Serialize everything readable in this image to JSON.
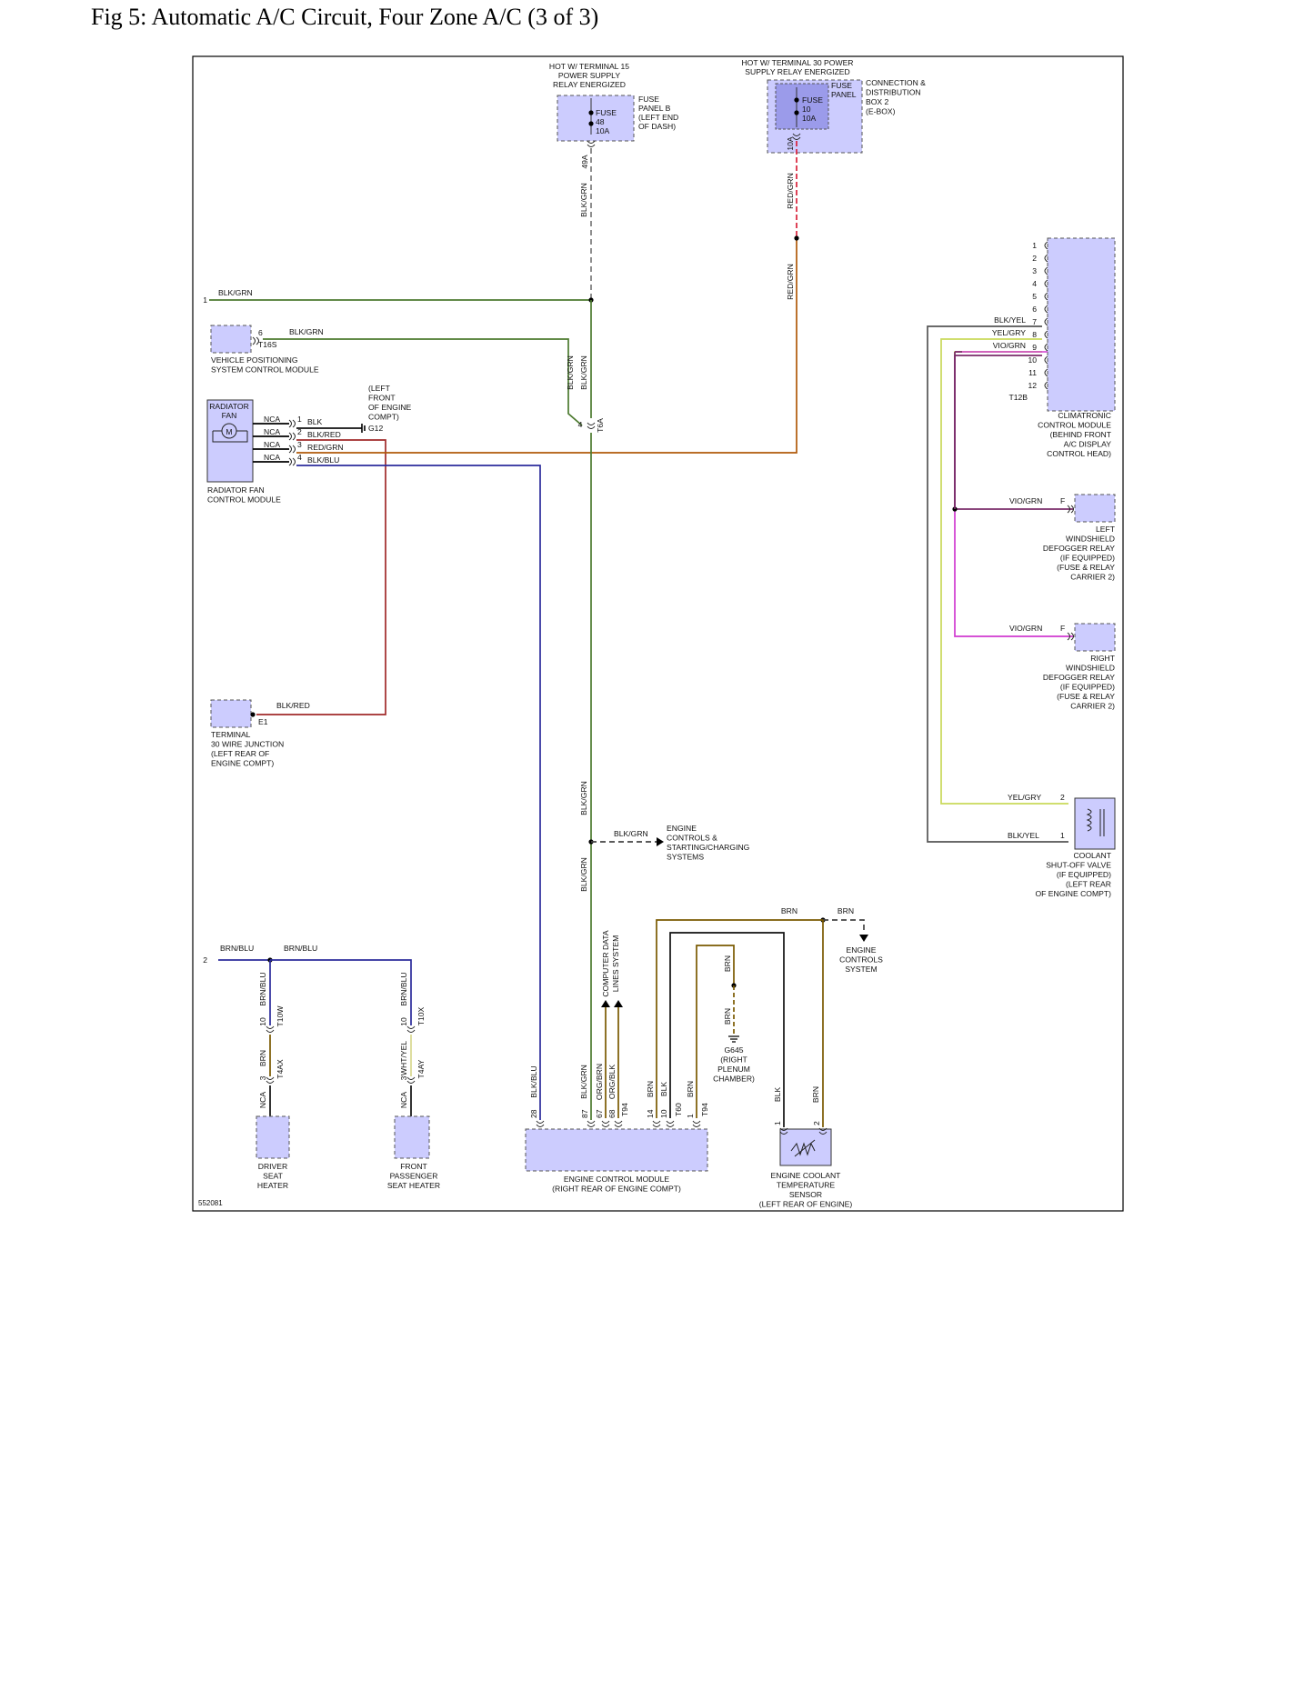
{
  "title": "Fig 5: Automatic A/C Circuit, Four Zone A/C (3 of 3)",
  "diagram_id": "552081",
  "colors": {
    "blk_grn": "#4c7a2f",
    "blk_grn_dash": "#7a7a7a",
    "red_grn": "#b05a0a",
    "red_grn_dash": "#d8213a",
    "blk_red": "#a12a2a",
    "blk_blu": "#2c2c9c",
    "blk_yel": "#555555",
    "yel_gry": "#c9d95a",
    "vio_grn": "#7a2d6a",
    "vio_grn_bright": "#d03ad0",
    "brn": "#7a5a00",
    "brn_blu": "#2c2c9c",
    "wht_yel": "#d8d890",
    "blk": "#111111",
    "component_fill": "#ccccfe",
    "fuse_fill": "#9b9bea"
  },
  "top": {
    "hot_t15": [
      "HOT W/ TERMINAL 15",
      "POWER SUPPLY",
      "RELAY ENERGIZED"
    ],
    "fuse48": [
      "FUSE",
      "48",
      "10A"
    ],
    "fuse_panel_b": [
      "FUSE",
      "PANEL B",
      "(LEFT END",
      "OF DASH)"
    ],
    "pin_49a": "49A",
    "hot_t30": [
      "HOT W/ TERMINAL 30 POWER",
      "SUPPLY RELAY ENERGIZED"
    ],
    "fuse10": [
      "FUSE",
      "10",
      "10A"
    ],
    "fuse_panel": [
      "FUSE",
      "PANEL"
    ],
    "ebox": [
      "CONNECTION &",
      "DISTRIBUTION",
      "BOX 2",
      "(E-BOX)"
    ],
    "pin_10a": "10A"
  },
  "wires": {
    "blk_grn": "BLK/GRN",
    "red_grn": "RED/GRN",
    "blk": "BLK",
    "blk_red": "BLK/RED",
    "blk_blu": "BLK/BLU",
    "blk_yel": "BLK/YEL",
    "yel_gry": "YEL/GRY",
    "vio_grn": "VIO/GRN",
    "brn": "BRN",
    "brn_blu": "BRN/BLU",
    "wht_yel": "WHT/YEL",
    "org_brn": "ORG/BRN",
    "org_blk": "ORG/BLK",
    "nca": "NCA"
  },
  "ref": {
    "one": "1",
    "two": "2"
  },
  "vps": {
    "pin": "6",
    "conn": "T16S",
    "label": [
      "VEHICLE POSITIONING",
      "SYSTEM CONTROL MODULE"
    ]
  },
  "radiator": {
    "fan": [
      "RADIATOR",
      "FAN"
    ],
    "motor": "M",
    "pins": [
      "1",
      "2",
      "3",
      "4"
    ],
    "label": [
      "RADIATOR FAN",
      "CONTROL MODULE"
    ],
    "ground": "G12",
    "ground_loc": [
      "(LEFT",
      "FRONT",
      "OF ENGINE",
      "COMPT)"
    ]
  },
  "splice": {
    "pin": "4",
    "conn": "T6A"
  },
  "terminal30": {
    "conn": "E1",
    "label": [
      "TERMINAL",
      "30 WIRE JUNCTION",
      "(LEFT REAR OF",
      "ENGINE COMPT)"
    ]
  },
  "engine_controls_1": [
    "ENGINE",
    "CONTROLS &",
    "STARTING/CHARGING",
    "SYSTEMS"
  ],
  "climatronic": {
    "pins": [
      "1",
      "2",
      "3",
      "4",
      "5",
      "6",
      "7",
      "8",
      "9",
      "10",
      "11",
      "12"
    ],
    "conn": "T12B",
    "label": [
      "CLIMATRONIC",
      "CONTROL MODULE",
      "(BEHIND FRONT",
      "A/C DISPLAY",
      "CONTROL HEAD)"
    ]
  },
  "defog_left": {
    "pin": "F",
    "label": [
      "LEFT",
      "WINDSHIELD",
      "DEFOGGER RELAY",
      "(IF EQUIPPED)",
      "(FUSE & RELAY",
      "CARRIER 2)"
    ]
  },
  "defog_right": {
    "pin": "F",
    "label": [
      "RIGHT",
      "WINDSHIELD",
      "DEFOGGER RELAY",
      "(IF EQUIPPED)",
      "(FUSE & RELAY",
      "CARRIER 2)"
    ]
  },
  "coolant_valve": {
    "pins": [
      "2",
      "1"
    ],
    "label": [
      "COOLANT",
      "SHUT-OFF VALVE",
      "(IF EQUIPPED)",
      "(LEFT REAR",
      "OF ENGINE COMPT)"
    ]
  },
  "engine_controls_2": [
    "ENGINE",
    "CONTROLS",
    "SYSTEM"
  ],
  "g645": [
    "G645",
    "(RIGHT",
    "PLENUM",
    "CHAMBER)"
  ],
  "computer_data": [
    "COMPUTER DATA",
    "LINES SYSTEM"
  ],
  "ecm": {
    "pins": [
      "28",
      "87",
      "67",
      "68",
      "14",
      "10",
      "1"
    ],
    "conns": [
      "T94",
      "T60",
      "T94"
    ],
    "label": [
      "ENGINE CONTROL MODULE",
      "(RIGHT REAR OF ENGINE COMPT)"
    ]
  },
  "ect": {
    "pins": [
      "1",
      "2"
    ],
    "label": [
      "ENGINE COOLANT",
      "TEMPERATURE",
      "SENSOR",
      "(LEFT REAR OF ENGINE)"
    ]
  },
  "driver_seat": {
    "pins": [
      "10",
      "3"
    ],
    "conns": [
      "T10W",
      "T4AX"
    ],
    "label": [
      "DRIVER",
      "SEAT",
      "HEATER"
    ]
  },
  "passenger_seat": {
    "pins": [
      "10",
      "3"
    ],
    "conns": [
      "T10X",
      "T4AY"
    ],
    "label": [
      "FRONT",
      "PASSENGER",
      "SEAT HEATER"
    ]
  }
}
